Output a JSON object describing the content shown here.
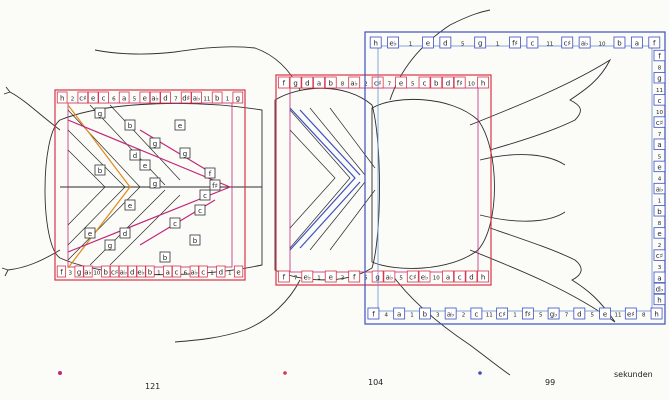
{
  "timeline": {
    "labels": [
      "121",
      "104",
      "99"
    ],
    "unit": "sekunden"
  },
  "colors": {
    "red": "#d8344a",
    "magenta": "#c4267a",
    "blue": "#3d4fc0",
    "light_blue": "#6b8fd6",
    "orange": "#e08a1c",
    "ink": "#2a2a2a"
  },
  "right_top_notes": [
    "h",
    "e♭",
    "1",
    "e",
    "d",
    "5",
    "g",
    "1",
    "f♯",
    "c",
    "11",
    "c♯",
    "a♭",
    "10",
    "b",
    "a",
    "f"
  ],
  "right_bottom_notes": [
    "f",
    "4",
    "a",
    "1",
    "b",
    "3",
    "a♭",
    "2",
    "c",
    "11",
    "c♯",
    "1",
    "f♯",
    "5",
    "g♭",
    "7",
    "d",
    "5",
    "e",
    "11",
    "e♯",
    "8",
    "h"
  ],
  "right_side_notes": [
    "f",
    "8",
    "g",
    "11",
    "c",
    "10",
    "c♯",
    "7",
    "a",
    "5",
    "e",
    "4",
    "a♭",
    "1",
    "b",
    "8",
    "e",
    "2",
    "c♯",
    "3",
    "a",
    "d♭",
    "h"
  ],
  "left_top_notes": [
    "h",
    "2",
    "c♯",
    "e",
    "c",
    "6",
    "a",
    "5",
    "e",
    "a♭",
    "d",
    "7",
    "d♯",
    "a♭",
    "11",
    "b",
    "1",
    "g"
  ],
  "left_bottom_notes": [
    "f",
    "3",
    "g",
    "a♭",
    "10",
    "b",
    "c♯",
    "a♭",
    "d",
    "e♭",
    "b",
    "1",
    "a",
    "c",
    "6",
    "a♭",
    "c",
    "1",
    "d",
    "1",
    "e"
  ],
  "middle_top_notes": [
    "f",
    "g",
    "d",
    "a",
    "b",
    "8",
    "a♭",
    "2",
    "c♯",
    "7",
    "e",
    "5",
    "c",
    "b",
    "d",
    "f♯",
    "10",
    "h"
  ],
  "middle_bottom_notes": [
    "f",
    "7",
    "e♭",
    "1",
    "e",
    "3",
    "f",
    "5",
    "g",
    "a♭",
    "5",
    "c♯",
    "e♭",
    "10",
    "a",
    "c",
    "d",
    "h"
  ],
  "inner_notes": [
    "g",
    "b",
    "e",
    "d",
    "b",
    "g",
    "c",
    "e",
    "c",
    "g",
    "e",
    "f",
    "f♯",
    "c",
    "b",
    "e",
    "g",
    "d",
    "b",
    "g"
  ]
}
